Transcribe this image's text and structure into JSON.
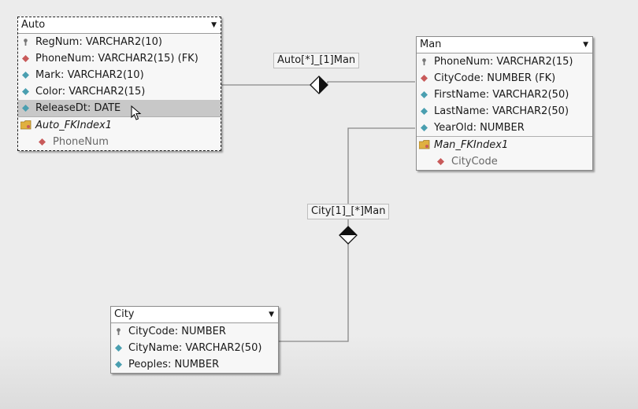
{
  "tables": {
    "auto": {
      "name": "Auto",
      "columns": [
        {
          "text": "RegNum: VARCHAR2(10)",
          "key": "primary-key"
        },
        {
          "text": "PhoneNum: VARCHAR2(15) (FK)",
          "key": "foreign-key"
        },
        {
          "text": "Mark: VARCHAR2(10)",
          "key": "attribute"
        },
        {
          "text": "Color: VARCHAR2(15)",
          "key": "attribute"
        },
        {
          "text": "ReleaseDt: DATE",
          "key": "attribute",
          "selected": true
        }
      ],
      "index": {
        "name": "Auto_FKIndex1",
        "column": "PhoneNum"
      }
    },
    "man": {
      "name": "Man",
      "columns": [
        {
          "text": "PhoneNum: VARCHAR2(15)",
          "key": "primary-key"
        },
        {
          "text": "CityCode: NUMBER (FK)",
          "key": "foreign-key"
        },
        {
          "text": "FirstName: VARCHAR2(50)",
          "key": "attribute"
        },
        {
          "text": "LastName: VARCHAR2(50)",
          "key": "attribute"
        },
        {
          "text": "YearOld: NUMBER",
          "key": "attribute"
        }
      ],
      "index": {
        "name": "Man_FKIndex1",
        "column": "CityCode"
      }
    },
    "city": {
      "name": "City",
      "columns": [
        {
          "text": "CityCode: NUMBER",
          "key": "primary-key"
        },
        {
          "text": "CityName: VARCHAR2(50)",
          "key": "attribute"
        },
        {
          "text": "Peoples: NUMBER",
          "key": "attribute"
        }
      ]
    }
  },
  "relationships": [
    {
      "label": "Auto[*]_[1]Man"
    },
    {
      "label": "City[1]_[*]Man"
    }
  ],
  "colors": {
    "foreign_key": "#c85a5a",
    "attribute": "#4a9fb0",
    "key_icon": "#777777",
    "index_folder": "#e0b040"
  }
}
